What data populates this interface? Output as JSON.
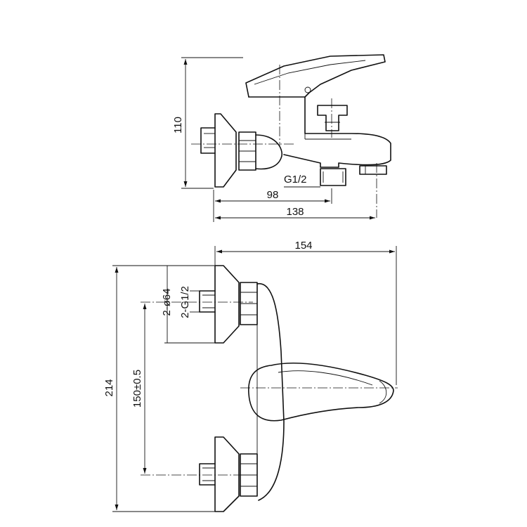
{
  "side_view": {
    "dim_height": "110",
    "dim_thread": "G1/2",
    "dim_spout_to_inlet": "98",
    "dim_depth": "138"
  },
  "front_view": {
    "dim_width": "154",
    "dim_total_height": "214",
    "dim_center_distance": "150±0.5",
    "dim_inlet_diameter": "2-ø64",
    "dim_inlet_thread": "2-G1/2"
  }
}
